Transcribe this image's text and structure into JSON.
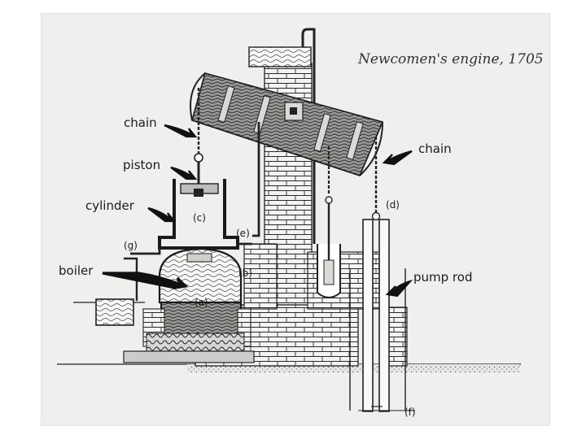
{
  "caption": "Newcomen's engine, 1705",
  "labels": {
    "chain_left": "chain",
    "piston": "piston",
    "cylinder": "cylinder",
    "boiler": "boiler",
    "chain_right": "chain",
    "pump_rod": "pump rod",
    "a": "(a)",
    "b": "(b)",
    "c": "(c)",
    "d": "(d)",
    "e": "(e)",
    "f": "(f)",
    "g": "(g)"
  },
  "colors": {
    "ink": "#1c1c1c",
    "paper": "#efefed",
    "background": "#ffffff"
  }
}
